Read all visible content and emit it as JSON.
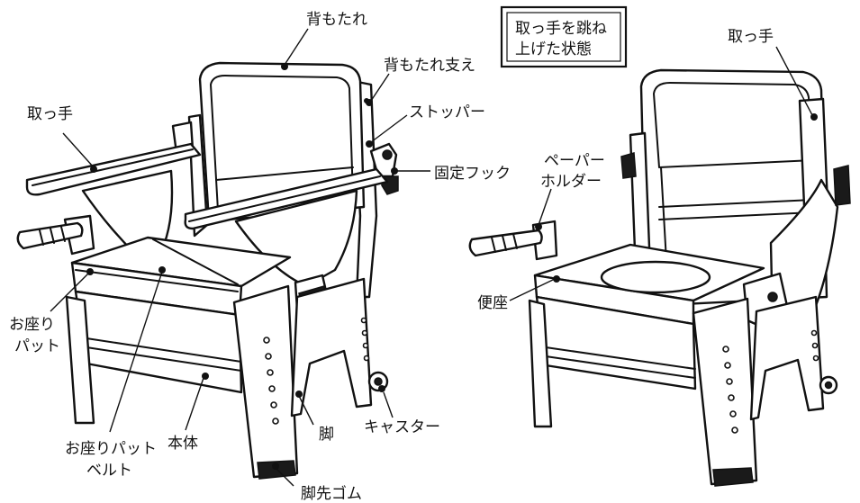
{
  "labels": {
    "backrest": "背もたれ",
    "backrest_support": "背もたれ支え",
    "stopper": "ストッパー",
    "fixing_hook": "固定フック",
    "armrest_left": "取っ手",
    "seat_pad_line1": "お座り",
    "seat_pad_line2": "パット",
    "body": "本体",
    "seat_pad_belt_line1": "お座りパット",
    "seat_pad_belt_line2": "ベルト",
    "leg": "脚",
    "caster": "キャスター",
    "leg_tip_rubber": "脚先ゴム",
    "armrest_right": "取っ手",
    "paper_holder_line1": "ペーパー",
    "paper_holder_line2": "ホルダー",
    "toilet_seat": "便座",
    "callout_line1": "取っ手を跳ね",
    "callout_line2": "上げた状態"
  }
}
